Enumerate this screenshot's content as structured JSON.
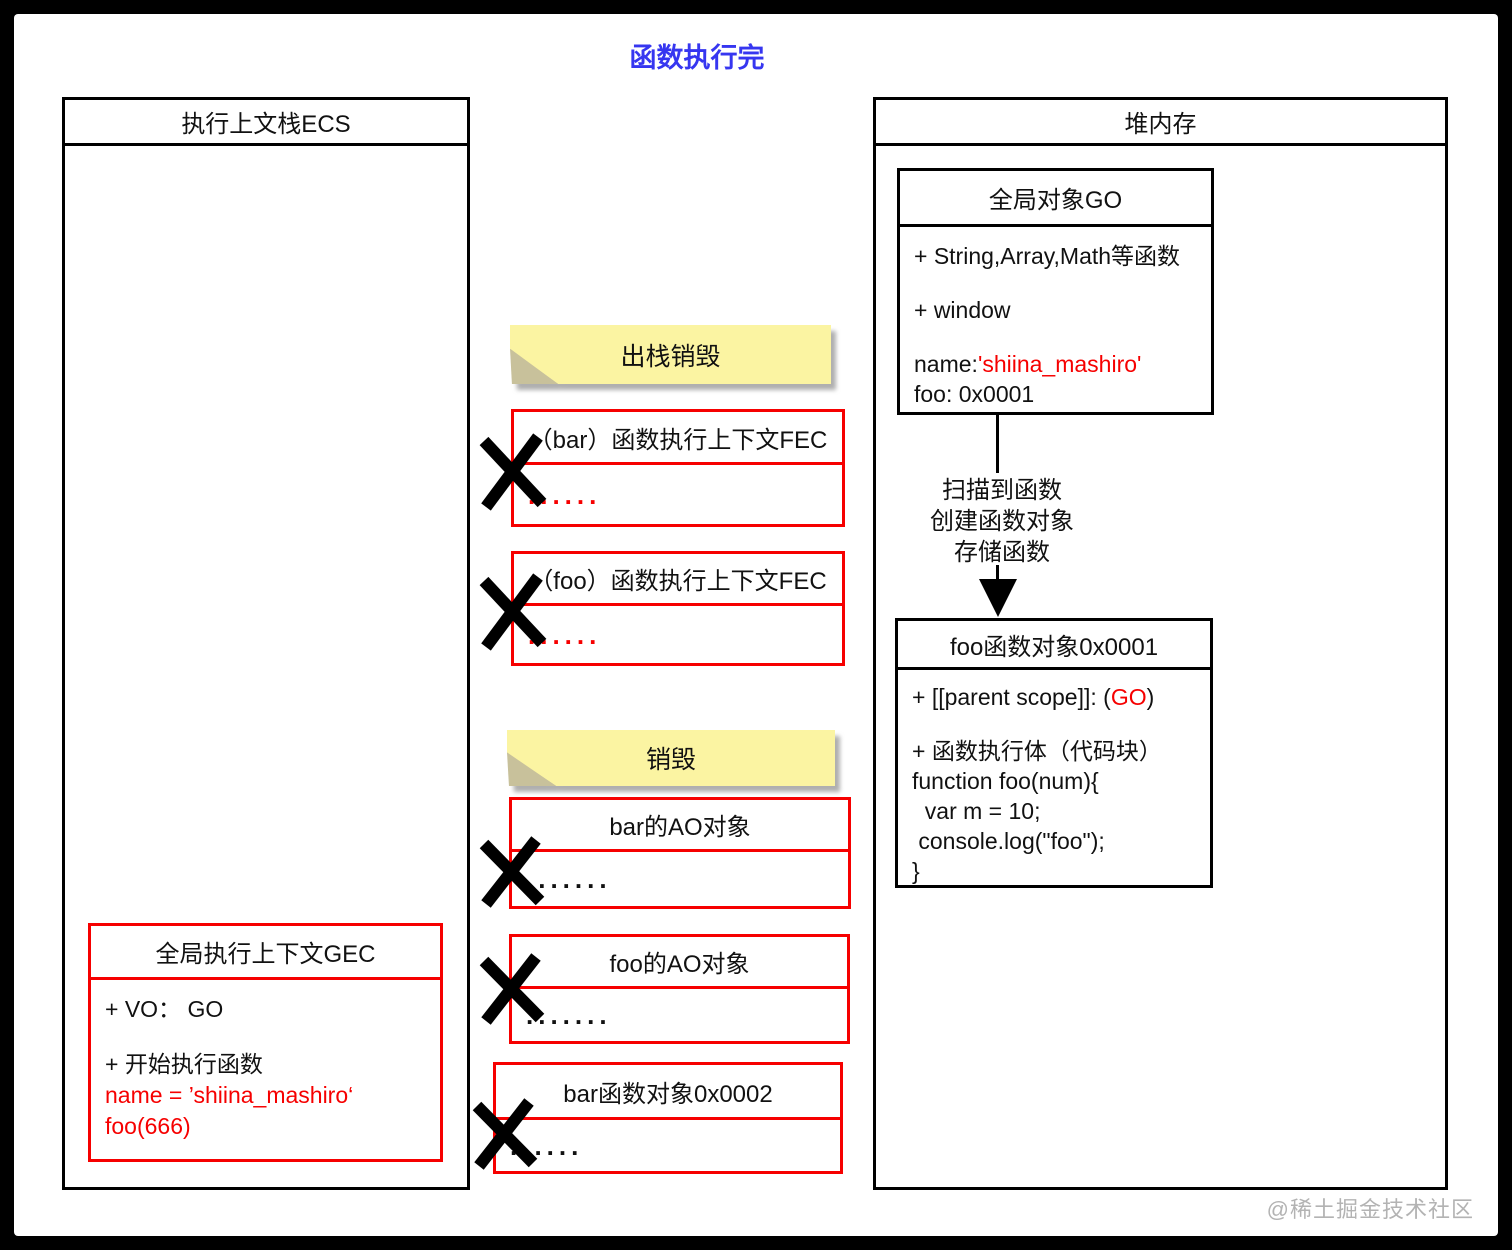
{
  "title": "函数执行完",
  "watermark": "@稀土掘金技术社区",
  "colors": {
    "title_blue": "#3636f0",
    "red": "#f60000",
    "note_yellow": "#fbf4a2",
    "note_fold": "#c8c19b",
    "watermark_gray": "#b3b3b3",
    "black": "#111111"
  },
  "ecs_panel": {
    "header": "执行上文栈ECS",
    "gec_box": {
      "header": "全局执行上下文GEC",
      "vo_line": "+ VO： GO",
      "start_line": "+ 开始执行函数",
      "name_line": "name = ’shiina_mashiro‘",
      "call_line": "foo(666)"
    }
  },
  "heap_panel": {
    "header": "堆内存",
    "go_box": {
      "header": "全局对象GO",
      "builtins_line": "+ String,Array,Math等函数",
      "window_line": "+ window",
      "name_label": "name:",
      "name_value": "'shiina_mashiro'",
      "foo_line": "foo: 0x0001"
    },
    "arrow_label_line1": "扫描到函数",
    "arrow_label_line2": "创建函数对象",
    "arrow_label_line3": "存储函数",
    "foo_box": {
      "header": "foo函数对象0x0001",
      "parent_scope_prefix": "+ [[parent scope]]: (",
      "parent_scope_value": "GO",
      "parent_scope_suffix": ")",
      "body_label": "+ 函数执行体（代码块）",
      "code_line1": "function foo(num){",
      "code_line2": "  var m = 10;",
      "code_line3": " console.log(\"foo\");",
      "code_line4": "}"
    }
  },
  "middle": {
    "note_pop": "出栈销毁",
    "note_destroy": "销毁",
    "boxes": [
      {
        "title": "（bar）函数执行上下文FEC",
        "dots": "......",
        "dots_color": "red"
      },
      {
        "title": "（foo）函数执行上下文FEC",
        "dots": "......",
        "dots_color": "red"
      },
      {
        "title": "bar的AO对象",
        "dots": ".......",
        "dots_color": "black"
      },
      {
        "title": "foo的AO对象",
        "dots": ".......",
        "dots_color": "black"
      },
      {
        "title": "bar函数对象0x0002",
        "dots": "......",
        "dots_color": "black"
      }
    ]
  }
}
